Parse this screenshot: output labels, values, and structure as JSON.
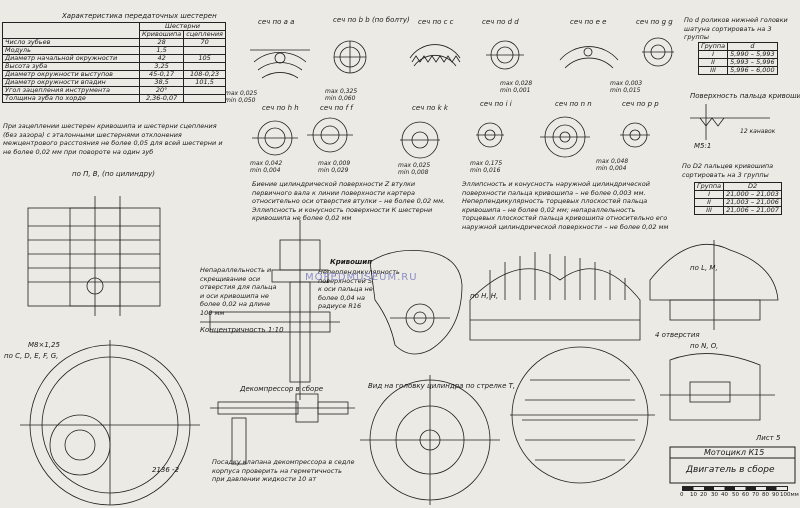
{
  "gear_table": {
    "title": "Характеристика передаточных шестерен",
    "col_group": "Шестерни",
    "col_1": "Кривошипа",
    "col_2": "сцепления",
    "rows": [
      {
        "label": "Число зубьев",
        "v1": "28",
        "v2": "70"
      },
      {
        "label": "Модуль",
        "v1": "1,5",
        "v2": ""
      },
      {
        "label": "Диаметр начальной окружности",
        "v1": "42",
        "v2": "105"
      },
      {
        "label": "Высота зуба",
        "v1": "3,25",
        "v2": ""
      },
      {
        "label": "Диаметр окружности выступов",
        "v1": "45-0,17",
        "v2": "108-0,23"
      },
      {
        "label": "Диаметр окружности впадин",
        "v1": "38,5",
        "v2": "101,5"
      },
      {
        "label": "Угол зацепления инструмента",
        "v1": "20°",
        "v2": ""
      },
      {
        "label": "Толщина зуба по хорде",
        "v1": "2,36-0,07",
        "v2": ""
      }
    ],
    "note": "При зацеплении шестерен кривошипа и шестерни сцепления (без зазора) с эталонными шестернями отклонения межцентрового расстояния не более 0,05 для всей шестерни и не более 0,02 мм при повороте на один зуб"
  },
  "roller_table": {
    "title": "По d роликов нижней головки шатуна сортировать на 3 группы",
    "header": [
      "Группа",
      "d"
    ],
    "rows": [
      [
        "I",
        "5,990 – 5,993"
      ],
      [
        "II",
        "5,993 – 5,996"
      ],
      [
        "III",
        "5,996 – 6,000"
      ]
    ]
  },
  "pin_table": {
    "title": "По D2 пальцев кривошипа сортировать на 3 группы",
    "header": [
      "Группа",
      "D2"
    ],
    "rows": [
      [
        "I",
        "21,000 – 21,003"
      ],
      [
        "II",
        "21,003 – 21,006"
      ],
      [
        "III",
        "21,006 – 21,007"
      ]
    ]
  },
  "pin_surface": {
    "title": "Поверхность пальца кривошипа",
    "label": "М5:1",
    "groove": "12 канавок"
  },
  "sections_row1": [
    "сеч по а а",
    "сеч по b b (по болту)",
    "сеч по с с",
    "сеч по d d",
    "сеч по е е",
    "сеч по g g"
  ],
  "sections_row2": [
    "сеч по h h",
    "сеч по f f",
    "сеч по k k",
    "сеч по i i",
    "сеч по n n",
    "сеч по р р"
  ],
  "dims_row1": [
    "max 0,025",
    "min 0,050",
    "max 0,325",
    "min 0,060",
    "max 0,028",
    "min 0,001",
    "max 0,003",
    "min 0,015"
  ],
  "dims_row2": [
    "max 0,042",
    "min 0,004",
    "max 0,009",
    "min 0,029",
    "max 0,025",
    "min 0,008",
    "max 0,175",
    "min 0,016",
    "max 0,048",
    "min 0,004"
  ],
  "notes": {
    "cyl_note": "Биение цилиндрической поверхности Z втулки первичного вала к линии поверхности картера относительно оси отверстия втулки – не более 0,02 мм. Эллипсность и конусность поверхности К шестерни кривошипа не более 0,02 мм",
    "head_note": "Эллипсность и конусность наружной цилиндрической поверхности пальца кривошипа – не более 0,003 мм. Неперпендикулярность торцевых плоскостей пальца кривошипа – не более 0,02 мм; непараллельность торцевых плоскостей пальца кривошипа относительно его наружной цилиндрической поверхности – не более 0,02 мм",
    "axis_note": "Непараллельность и скрещивание оси отверстия для пальца и оси кривошипа не более 0,02 на длине 100 мм",
    "axis_conc": "Концентричность 1:10",
    "crank_label": "Кривошип",
    "crank_note": "Неперпендикулярность поверхностей S, к оси пальца не более 0,04 на радиусе R16",
    "decomp_label": "Декомпрессор в сборе",
    "decomp_note": "Посадку клапана декомпрессора в седле корпуса проверить на герметичность при давлении жидкости 10 ат",
    "head_view": "Вид на головку цилиндра по стрелке Т,",
    "view_nn": "по П, В, (по цилиндру)",
    "view_hh": "по Н, Н,",
    "view_ll": "по L, М,",
    "view_cd": "по С, D, E, F, G,",
    "view_no": "по N, O,",
    "holes": "4 отверстия",
    "thread": "М8×1,25",
    "size_2136": "2136 -2"
  },
  "title_block": {
    "sheet": "Лист 5",
    "model": "Мотоцикл К15",
    "subtitle": "Двигатель в сборе"
  },
  "scale": {
    "labels": [
      "0",
      "10",
      "20",
      "30",
      "40",
      "50",
      "60",
      "70",
      "80",
      "90",
      "100мм"
    ]
  },
  "watermark": "MOPEDMUSEUM.RU"
}
